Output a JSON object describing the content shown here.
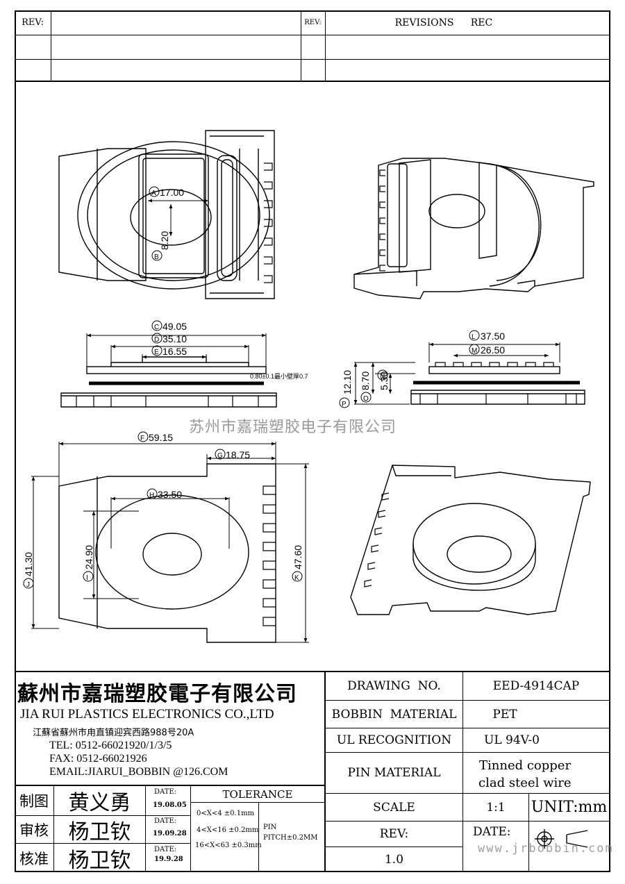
{
  "header": {
    "rev_left_label": "REV:",
    "rev_mid_label": "REV:",
    "revisions_label": "REVISIONS",
    "rec_label": "REC"
  },
  "dimensions": {
    "A": "17.00",
    "B": "8.20",
    "C": "49.05",
    "D": "35.10",
    "E": "16.55",
    "wall_note": "0.80±0.1最小壁厚0.7",
    "L": "37.50",
    "M": "26.50",
    "N": "5.30",
    "O": "8.70",
    "P": "12.10",
    "F": "59.15",
    "G": "18.75",
    "H": "33.50",
    "I": "24.90",
    "J": "41.30",
    "K": "47.60"
  },
  "dim_letters": {
    "A": "A",
    "B": "B",
    "C": "C",
    "D": "D",
    "E": "E",
    "F": "F",
    "G": "G",
    "H": "H",
    "I": "I",
    "J": "J",
    "K": "K",
    "L": "L",
    "M": "M",
    "N": "N",
    "O": "O",
    "P": "P"
  },
  "watermark": "苏州市嘉瑞塑胶电子有限公司",
  "website": "www.jrbobbin.com",
  "company": {
    "name_cn": "蘇州市嘉瑞塑胶電子有限公司",
    "name_en": "JIA RUI PLASTICS ELECTRONICS CO.,LTD",
    "address": "江蘇省蘇州市甪直镇迎宾西路988号20A",
    "tel": "TEL: 0512-66021920/1/3/5",
    "fax": "FAX: 0512-66021926",
    "email": "EMAIL:JIARUI_BOBBIN @126.COM"
  },
  "specs": {
    "drawing_no_label": "DRAWING  NO.",
    "drawing_no_value": "EED-4914CAP",
    "bobbin_material_label": "BOBBIN  MATERIAL",
    "bobbin_material_value": "PET",
    "ul_label": "UL RECOGNITION",
    "ul_value": "UL 94V-0",
    "pin_material_label": "PIN MATERIAL",
    "pin_material_value_1": "Tinned copper",
    "pin_material_value_2": "clad steel wire",
    "scale_label": "SCALE",
    "scale_value": "1:1",
    "unit_label": "UNIT:mm",
    "rev_label": "REV:",
    "rev_value": "1.0",
    "date_label": "DATE:"
  },
  "approvals": [
    {
      "role": "制图",
      "name": "黄义勇",
      "date_label": "DATE:",
      "date": "19.08.05"
    },
    {
      "role": "审核",
      "name": "杨卫钦",
      "date_label": "DATE:",
      "date": "19.09.28"
    },
    {
      "role": "核准",
      "name": "杨卫钦",
      "date_label": "DATE:",
      "date": "19.9.28"
    }
  ],
  "tolerance": {
    "title": "TOLERANCE",
    "rows": [
      "0<X<4  ±0.1mm",
      "4<X<16 ±0.2mm",
      "16<X<63 ±0.3mm"
    ],
    "pin_label": "PIN",
    "pin_pitch": "PITCH±0.2MM"
  }
}
